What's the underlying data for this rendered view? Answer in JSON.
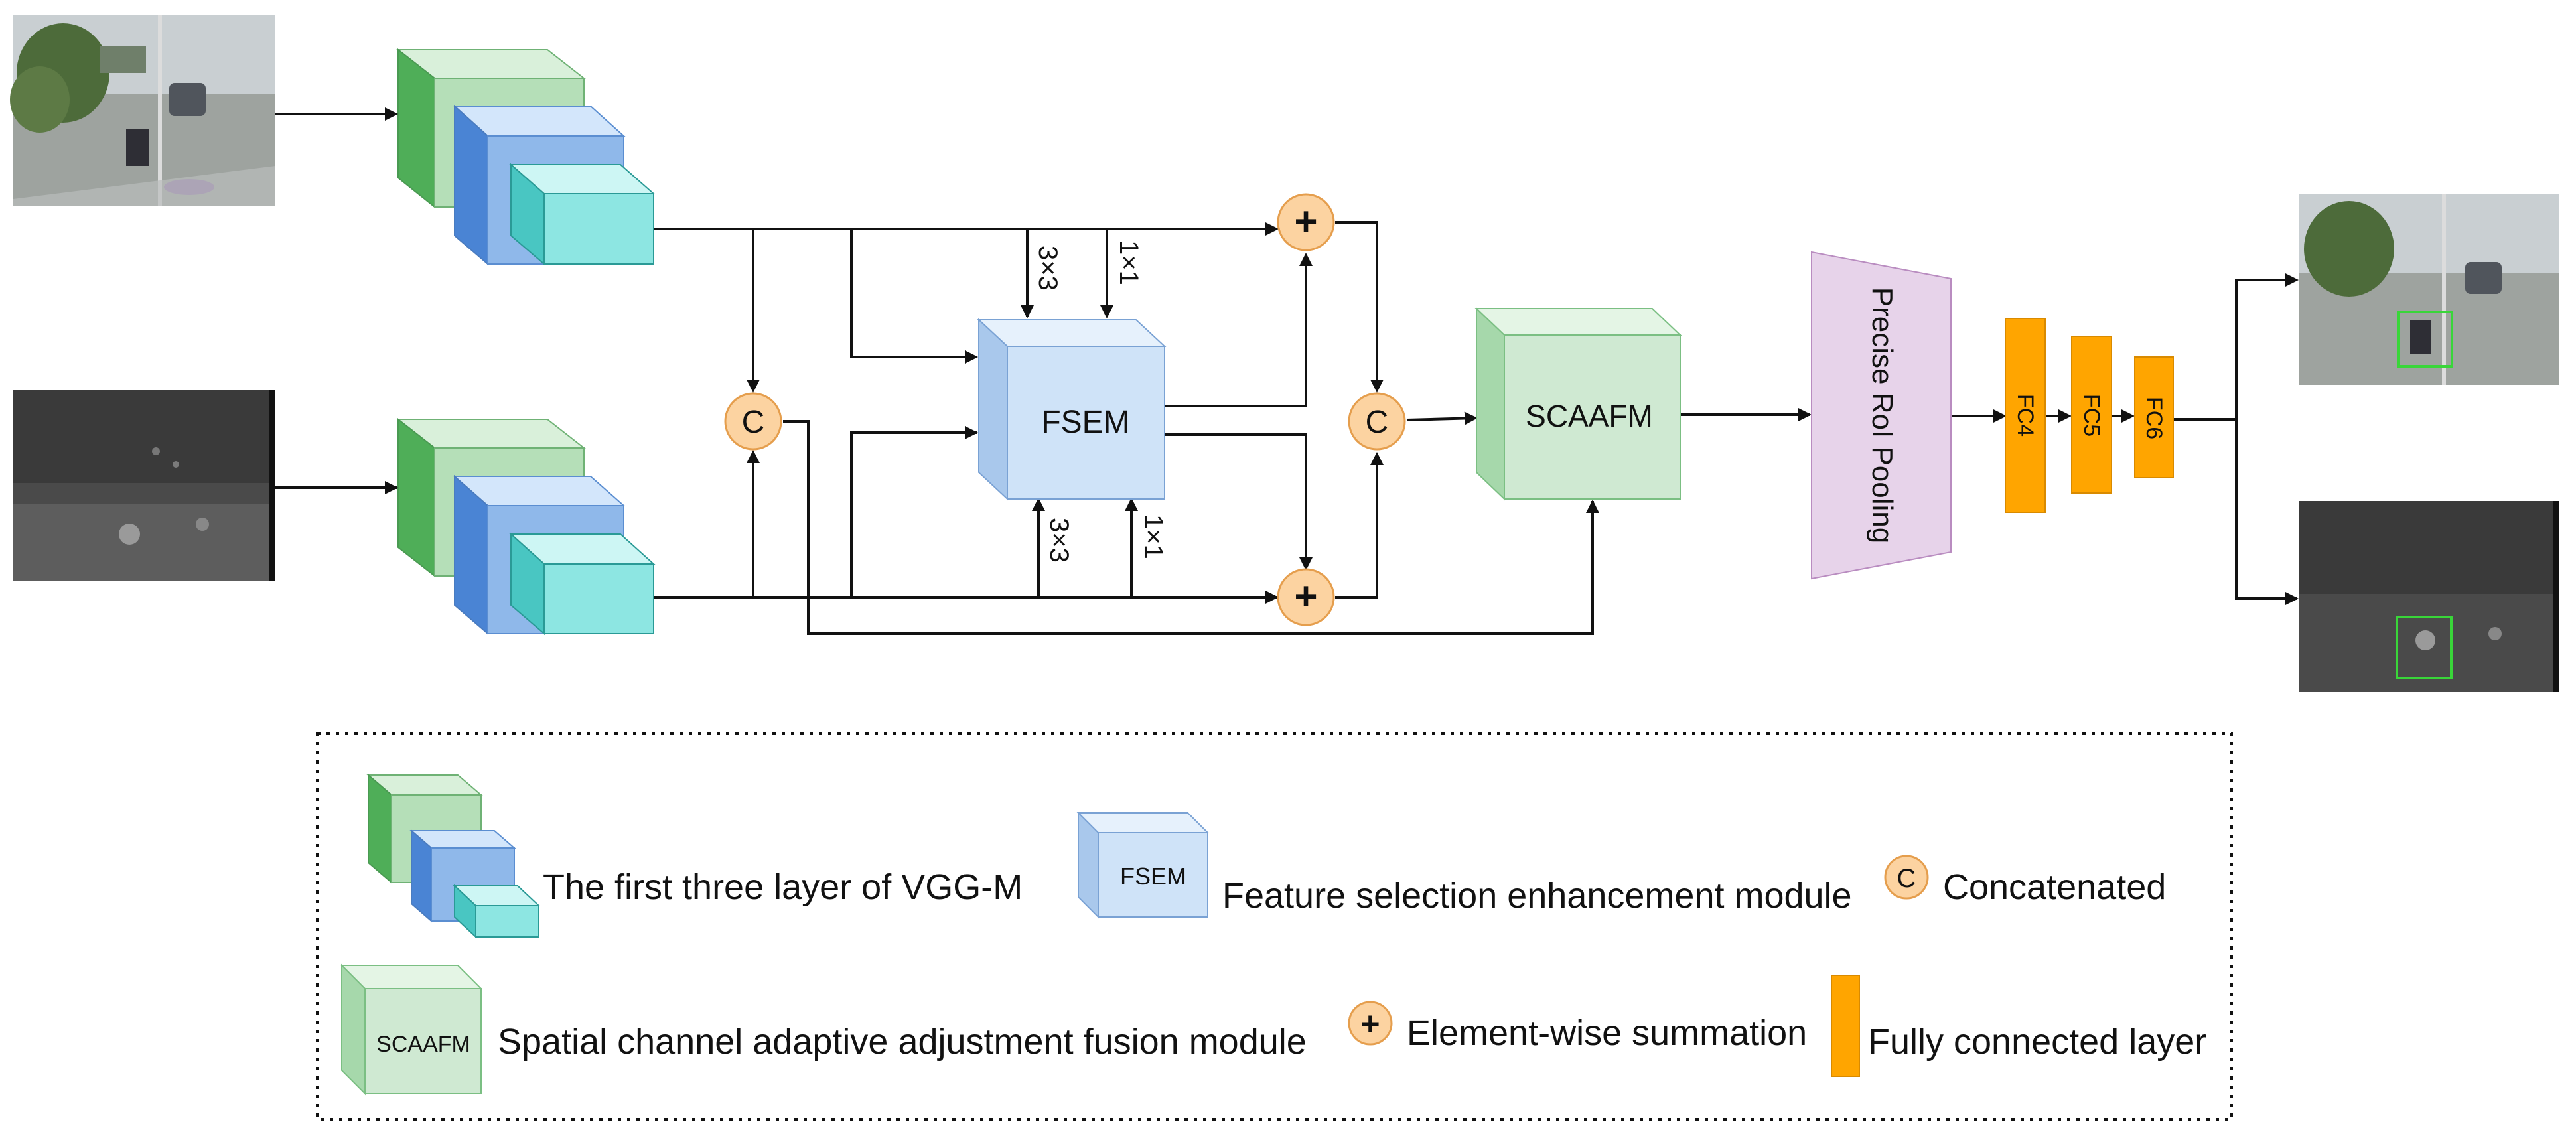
{
  "diagram": {
    "colors": {
      "cube_green": "#b5dfb8",
      "cube_blue": "#8fb8ea",
      "cube_cyan": "#8de6e2",
      "fsem": "#cfe3f8",
      "scaafm": "#cfe9d2",
      "pooling": "#e7d3ea",
      "fc": "#ffa500",
      "op_circle": "#fcd3a1",
      "op_stroke": "#e59e4d",
      "detect_box": "#39d639"
    },
    "modules": {
      "fsem": "FSEM",
      "scaafm": "SCAAFM",
      "pooling": "Precise RoI Pooling",
      "fc": [
        "FC4",
        "FC5",
        "FC6"
      ]
    },
    "ops": {
      "concat": "C",
      "sum": "+"
    },
    "kernels": {
      "top_a": "3×3",
      "top_b": "1×1",
      "bottom_a": "3×3",
      "bottom_b": "1×1"
    },
    "legend": {
      "vgg": "The first three layer of VGG-M",
      "fsem_icon": "FSEM",
      "fsem": "Feature selection enhancement module",
      "concat_icon": "C",
      "concat": "Concatenated",
      "scaafm_icon": "SCAAFM",
      "scaafm": "Spatial channel adaptive adjustment fusion module",
      "sum_icon": "+",
      "sum": "Element-wise summation",
      "fc": "Fully connected layer"
    }
  }
}
